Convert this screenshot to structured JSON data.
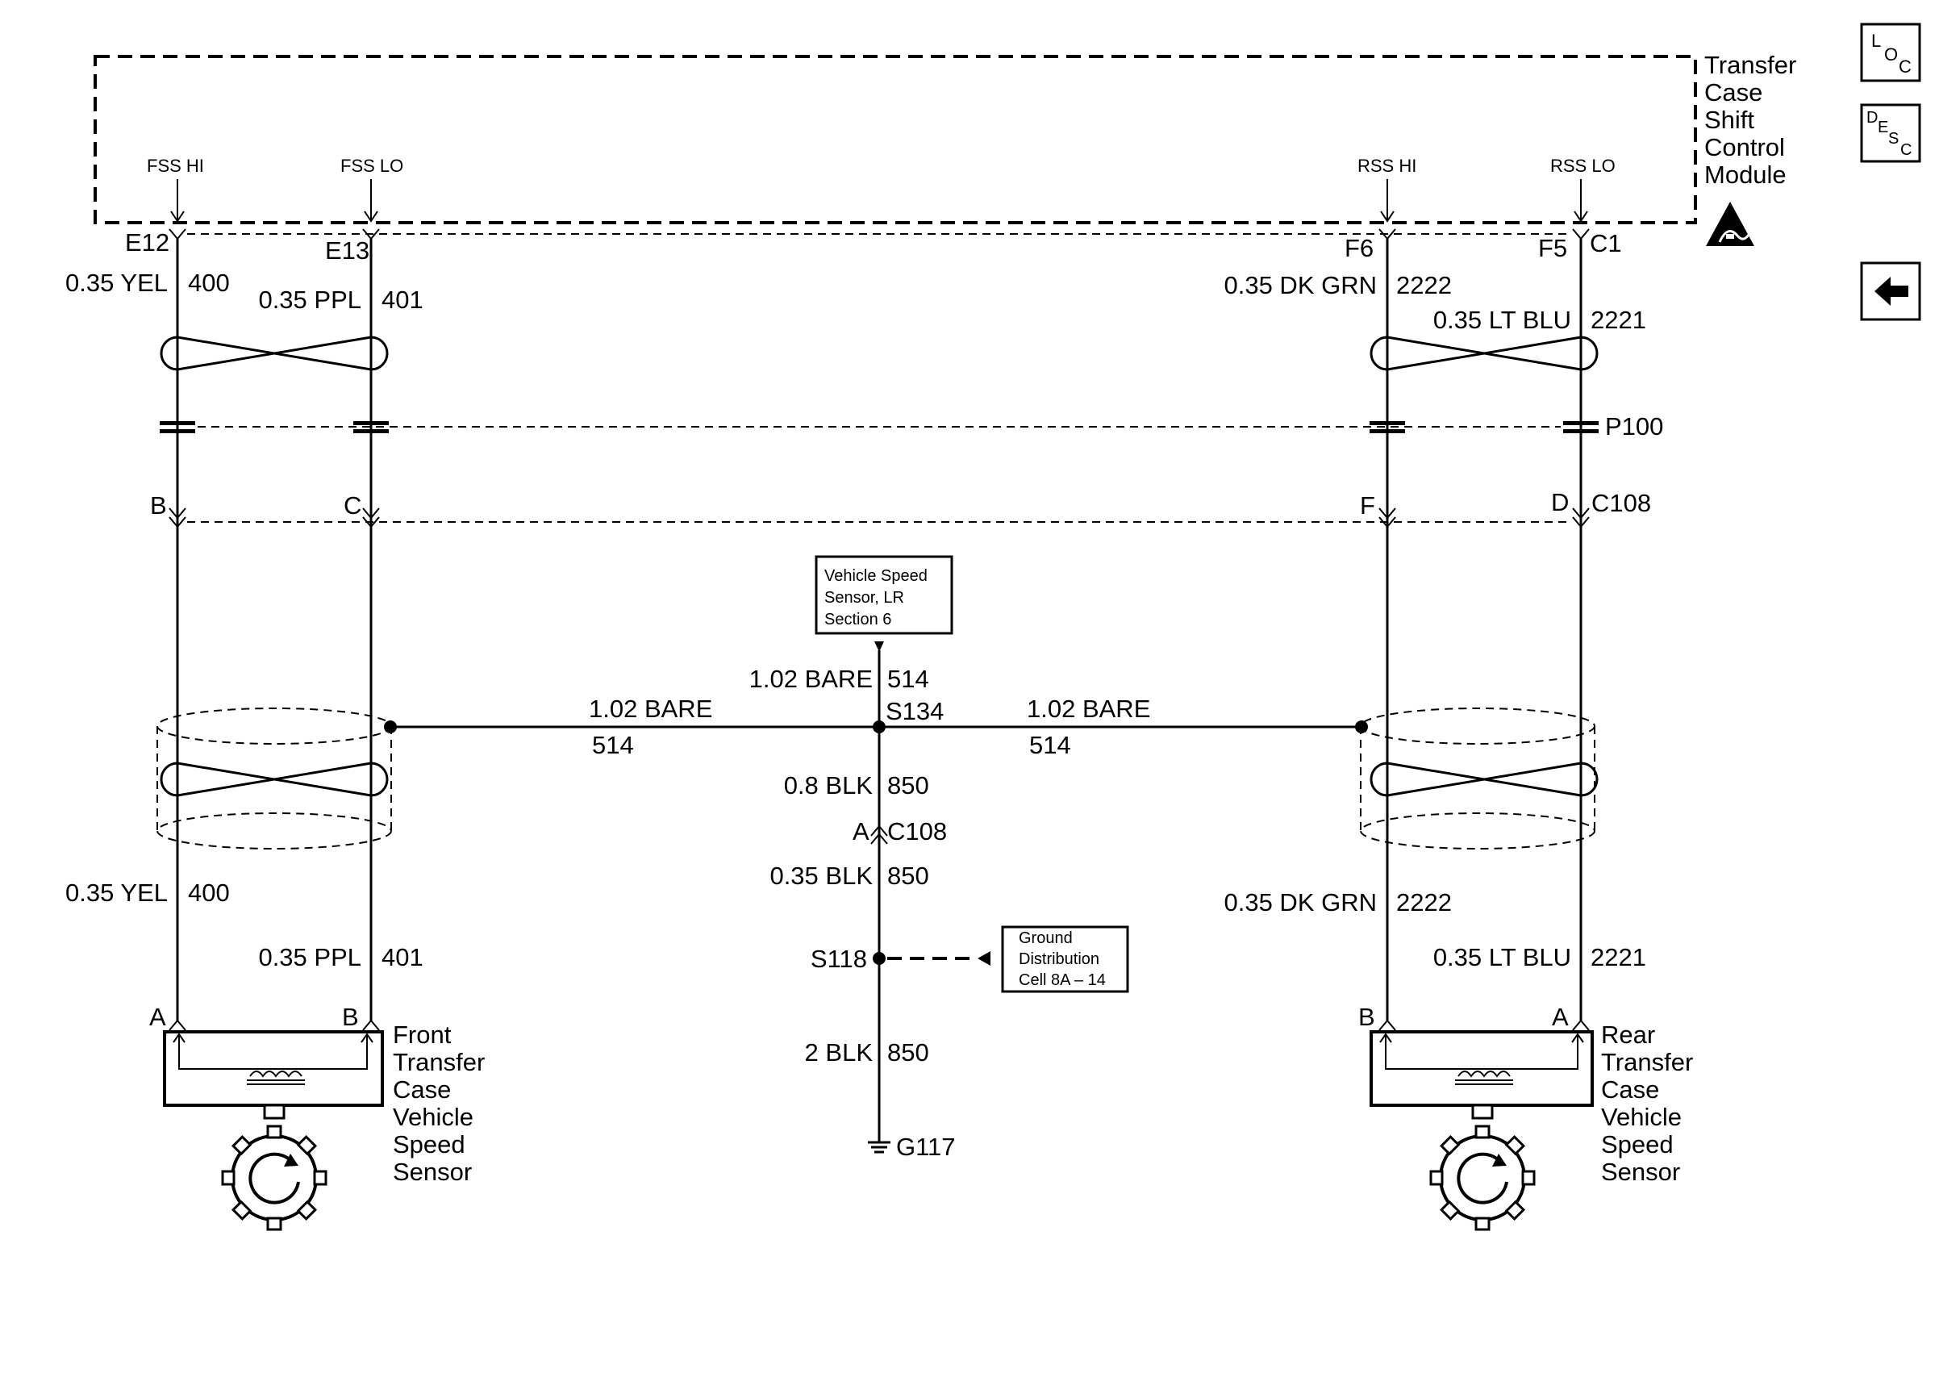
{
  "module": {
    "name_lines": [
      "Transfer",
      "Case",
      "Shift",
      "Control",
      "Module"
    ],
    "pins": {
      "fss_hi": "FSS HI",
      "fss_lo": "FSS LO",
      "rss_hi": "RSS HI",
      "rss_lo": "RSS LO"
    },
    "terminals": {
      "e12": "E12",
      "e13": "E13",
      "f6": "F6",
      "f5": "F5",
      "c1": "C1"
    }
  },
  "nav": {
    "loc_icon": "loc-button",
    "desc_icon": "desc-button",
    "back_icon": "back-arrow-button"
  },
  "wires": {
    "fss_hi_upper": {
      "spec": "0.35 YEL",
      "circuit": "400"
    },
    "fss_lo_upper": {
      "spec": "0.35 PPL",
      "circuit": "401"
    },
    "rss_hi_upper": {
      "spec": "0.35 DK GRN",
      "circuit": "2222"
    },
    "rss_lo_upper": {
      "spec": "0.35 LT BLU",
      "circuit": "2221"
    },
    "fss_hi_lower": {
      "spec": "0.35 YEL",
      "circuit": "400"
    },
    "fss_lo_lower": {
      "spec": "0.35 PPL",
      "circuit": "401"
    },
    "rss_hi_lower": {
      "spec": "0.35 DK GRN",
      "circuit": "2222"
    },
    "rss_lo_lower": {
      "spec": "0.35 LT BLU",
      "circuit": "2221"
    }
  },
  "connectors": {
    "p100": "P100",
    "c108": "C108",
    "c108_pins": {
      "b": "B",
      "c": "C",
      "f": "F",
      "d": "D"
    }
  },
  "shield": {
    "left_drain": {
      "spec": "1.02 BARE",
      "circuit": "514"
    },
    "right_drain": {
      "spec": "1.02 BARE",
      "circuit": "514"
    },
    "vertical_drain": {
      "spec": "1.02 BARE",
      "circuit": "514"
    },
    "splice": "S134",
    "ref_box_lines": [
      "Vehicle Speed",
      "Sensor, LR",
      "Section 6"
    ]
  },
  "ground": {
    "w1": {
      "spec": "0.8 BLK",
      "circuit": "850"
    },
    "c108_pin": "A",
    "c108_label": "C108",
    "w2": {
      "spec": "0.35 BLK",
      "circuit": "850"
    },
    "splice": "S118",
    "ref_box_lines": [
      "Ground",
      "Distribution",
      "Cell 8A – 14"
    ],
    "w3": {
      "spec": "2 BLK",
      "circuit": "850"
    },
    "point": "G117"
  },
  "sensors": {
    "front": {
      "pin_a": "A",
      "pin_b": "B",
      "name_lines": [
        "Front",
        "Transfer",
        "Case",
        "Vehicle",
        "Speed",
        "Sensor"
      ]
    },
    "rear": {
      "pin_b": "B",
      "pin_a": "A",
      "name_lines": [
        "Rear",
        "Transfer",
        "Case",
        "Vehicle",
        "Speed",
        "Sensor"
      ]
    }
  }
}
